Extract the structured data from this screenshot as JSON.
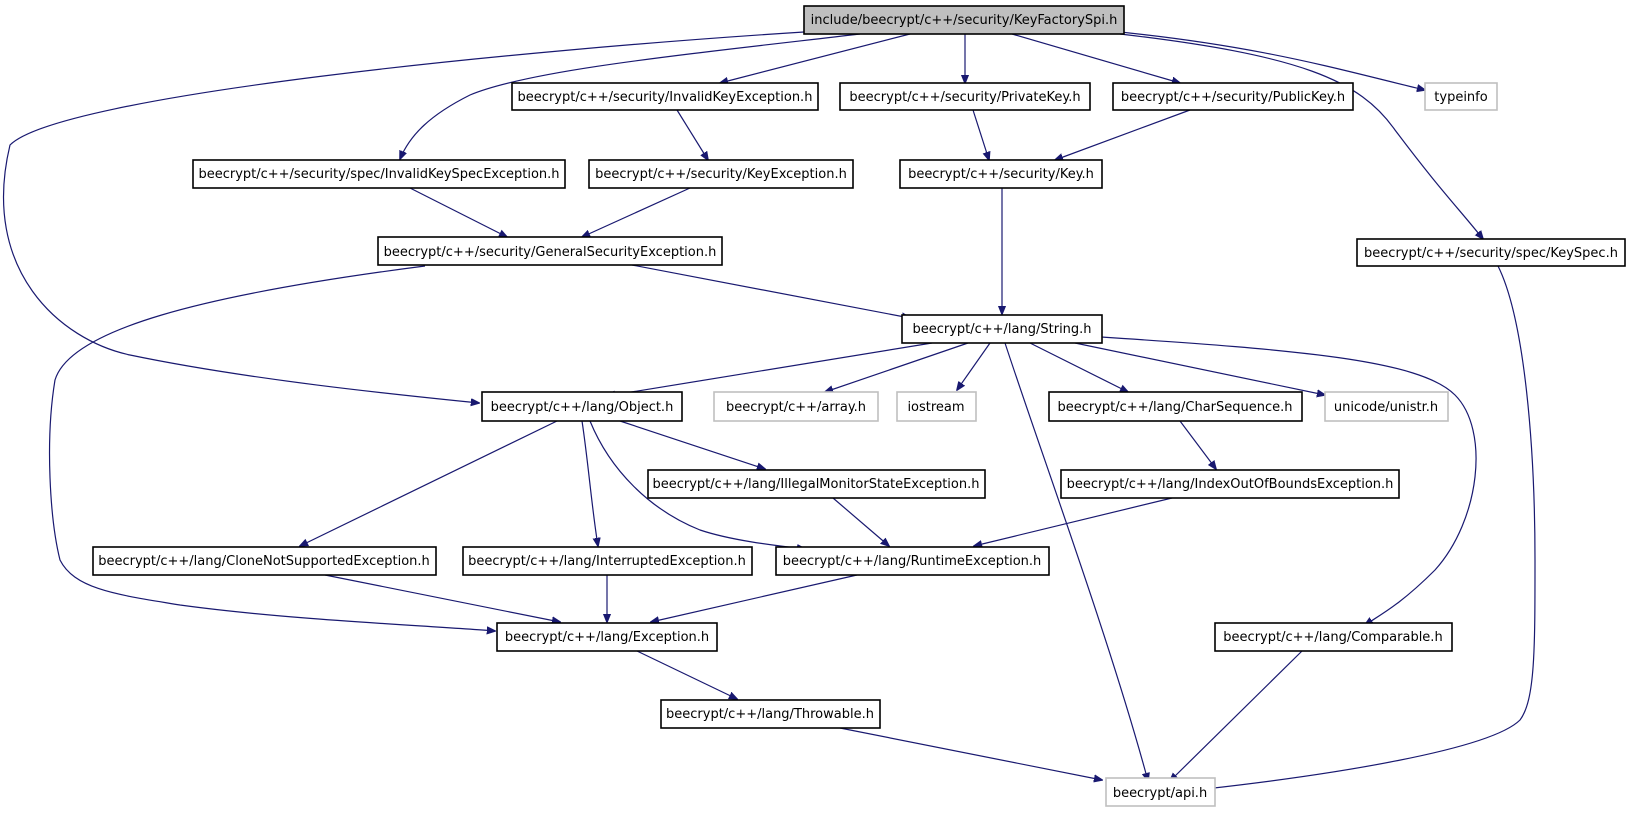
{
  "colors": {
    "edge": "#191970",
    "root_fill": "#bfbfbf",
    "root_border": "#000000",
    "node_fill": "#ffffff",
    "node_border": "#000000",
    "external_border": "#bfbfbf"
  },
  "nodes": {
    "keyfactoryspi": "include/beecrypt/c++/security/KeyFactorySpi.h",
    "invalidkeyexception": "beecrypt/c++/security/InvalidKeyException.h",
    "privatekey": "beecrypt/c++/security/PrivateKey.h",
    "publickey": "beecrypt/c++/security/PublicKey.h",
    "typeinfo": "typeinfo",
    "invalidkeyspecexception": "beecrypt/c++/security/spec/InvalidKeySpecException.h",
    "keyexception": "beecrypt/c++/security/KeyException.h",
    "key": "beecrypt/c++/security/Key.h",
    "generalsecurityexception": "beecrypt/c++/security/GeneralSecurityException.h",
    "keyspec": "beecrypt/c++/security/spec/KeySpec.h",
    "string": "beecrypt/c++/lang/String.h",
    "object": "beecrypt/c++/lang/Object.h",
    "array": "beecrypt/c++/array.h",
    "iostream": "iostream",
    "charsequence": "beecrypt/c++/lang/CharSequence.h",
    "unistr": "unicode/unistr.h",
    "illegalmonitorstateexception": "beecrypt/c++/lang/IllegalMonitorStateException.h",
    "indexoutofboundsexception": "beecrypt/c++/lang/IndexOutOfBoundsException.h",
    "clonenotsupportedexception": "beecrypt/c++/lang/CloneNotSupportedException.h",
    "interruptedexception": "beecrypt/c++/lang/InterruptedException.h",
    "runtimeexception": "beecrypt/c++/lang/RuntimeException.h",
    "exception": "beecrypt/c++/lang/Exception.h",
    "comparable": "beecrypt/c++/lang/Comparable.h",
    "throwable": "beecrypt/c++/lang/Throwable.h",
    "api": "beecrypt/api.h"
  }
}
